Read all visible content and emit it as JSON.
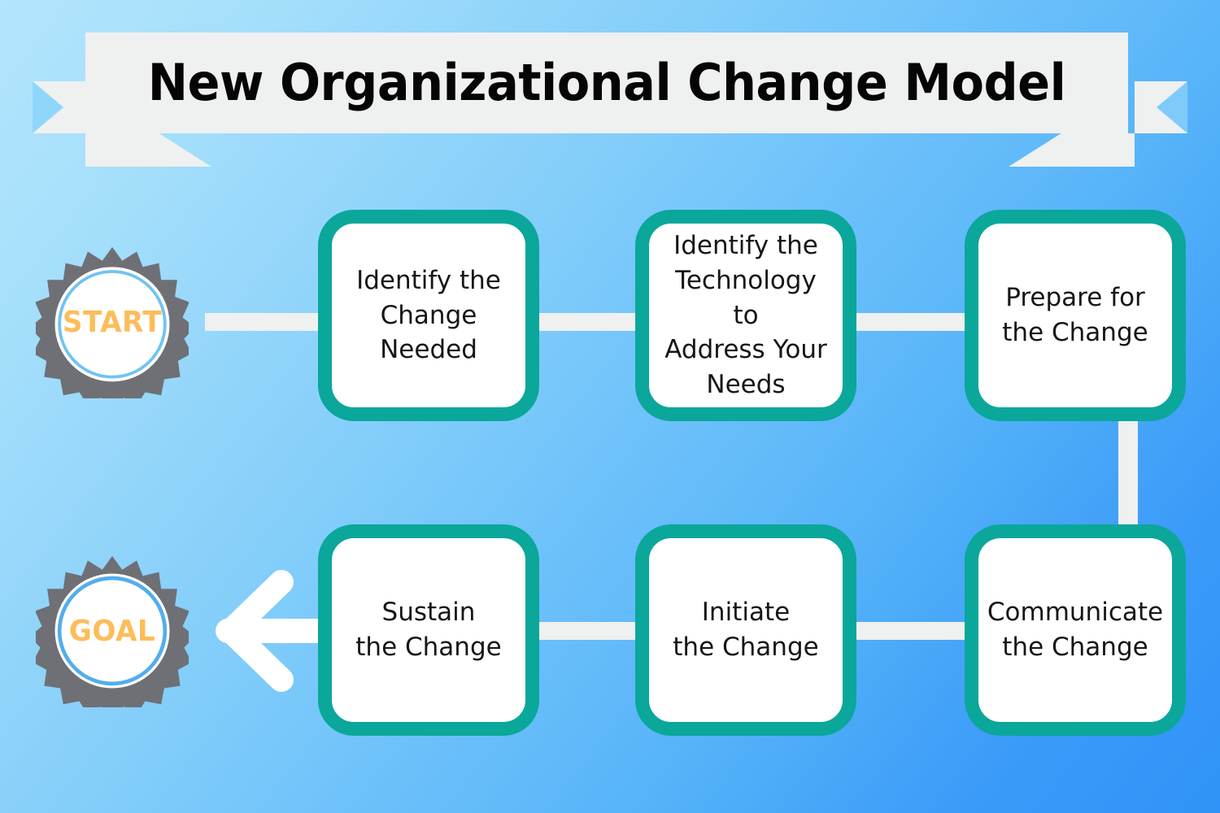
{
  "title": "New Organizational Change Model",
  "colors": {
    "box_border": "#0aa79a",
    "box_fill": "#ffffff",
    "connector": "#eff0f0",
    "banner_fill": "#eff0f0",
    "badge_burst": "#6e7076",
    "badge_ring": "#6fc3f2",
    "badge_text": "#fcbd5a",
    "background_top": "#b3e5fc",
    "background_bottom": "#2f93f7",
    "title_text": "#050505",
    "box_text": "#161616"
  },
  "badges": {
    "start": {
      "label": "START",
      "icon": "starburst-badge-icon"
    },
    "goal": {
      "label": "GOAL",
      "icon": "starburst-badge-icon"
    }
  },
  "steps": [
    {
      "id": 1,
      "label": "Identify the\nChange\nNeeded"
    },
    {
      "id": 2,
      "label": "Identify the\nTechnology to\nAddress Your\nNeeds"
    },
    {
      "id": 3,
      "label": "Prepare for\nthe Change"
    },
    {
      "id": 4,
      "label": "Sustain\nthe Change"
    },
    {
      "id": 5,
      "label": "Initiate\nthe Change"
    },
    {
      "id": 6,
      "label": "Communicate\nthe Change"
    }
  ],
  "connectors": [
    {
      "name": "start-to-step-1",
      "from": "START",
      "to": "Identify the Change Needed",
      "orientation": "horizontal"
    },
    {
      "name": "step-1-to-step-2",
      "from": "Identify the Change Needed",
      "to": "Identify the Technology to Address Your Needs",
      "orientation": "horizontal"
    },
    {
      "name": "step-2-to-step-3",
      "from": "Identify the Technology to Address Your Needs",
      "to": "Prepare for the Change",
      "orientation": "horizontal"
    },
    {
      "name": "step-3-to-step-6",
      "from": "Prepare for the Change",
      "to": "Communicate the Change",
      "orientation": "vertical"
    },
    {
      "name": "step-6-to-step-5",
      "from": "Communicate the Change",
      "to": "Initiate the Change",
      "orientation": "horizontal"
    },
    {
      "name": "step-5-to-step-4",
      "from": "Initiate the Change",
      "to": "Sustain the Change",
      "orientation": "horizontal"
    },
    {
      "name": "step-4-to-goal",
      "from": "Sustain the Change",
      "to": "GOAL",
      "orientation": "arrow-left"
    }
  ]
}
